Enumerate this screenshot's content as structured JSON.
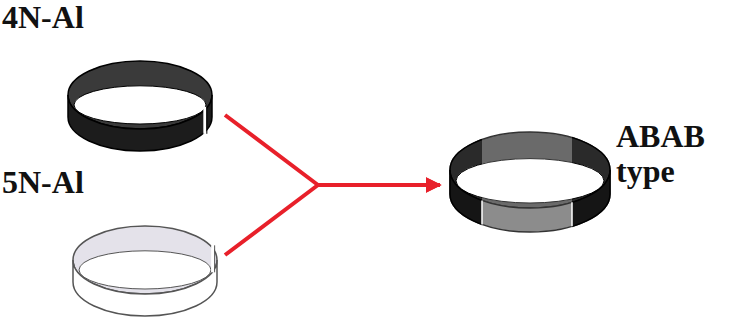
{
  "diagram": {
    "nodes": [
      {
        "text": [
          "4N-Al"
        ]
      },
      {
        "text": [
          "5N-Al"
        ]
      },
      {
        "text": [
          "ABAB type"
        ]
      }
    ],
    "edges": [
      {
        "from": 0,
        "to": 2,
        "arrow": "to"
      },
      {
        "from": 1,
        "to": 2,
        "arrow": "to"
      }
    ]
  }
}
